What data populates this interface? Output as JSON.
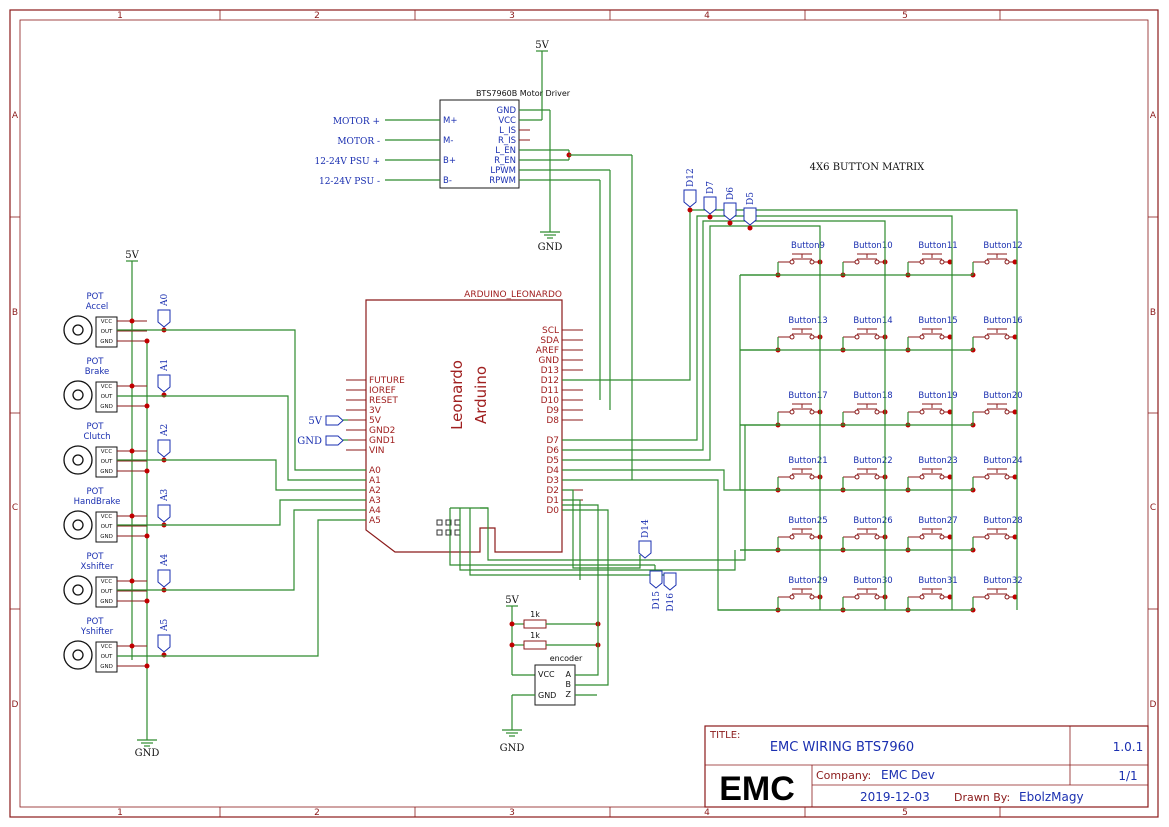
{
  "frame": {
    "col_labels": [
      "1",
      "2",
      "3",
      "4",
      "5"
    ],
    "row_labels": [
      "A",
      "B",
      "C",
      "D"
    ]
  },
  "title_block": {
    "title_label": "TITLE:",
    "title": "EMC WIRING BTS7960",
    "version": "1.0.1",
    "logo": "EMC",
    "company_label": "Company:",
    "company": "EMC Dev",
    "sheet": "1/1",
    "date": "2019-12-03",
    "drawn_by_label": "Drawn By:",
    "drawn_by": "EbolzMagy"
  },
  "driver": {
    "name": "BTS7960B Motor Driver",
    "pins": [
      "GND",
      "VCC",
      "L_IS",
      "R_IS",
      "L_EN",
      "R_EN",
      "LPWM",
      "RPWM"
    ],
    "left_pins": [
      "M+",
      "M-",
      "B+",
      "B-"
    ],
    "ports": [
      "MOTOR +",
      "MOTOR -",
      "12-24V PSU +",
      "12-24V PSU -"
    ],
    "supply": "5V",
    "ground": "GND"
  },
  "arduino": {
    "name": "ARDUINO_LEONARDO",
    "body_text_1": "Leonardo",
    "body_text_2": "Arduino",
    "left_pins": [
      "FUTURE",
      "IOREF",
      "RESET",
      "3V",
      "5V",
      "GND2",
      "GND1",
      "VIN",
      "A0",
      "A1",
      "A2",
      "A3",
      "A4",
      "A5"
    ],
    "right_pins": [
      "SCL",
      "SDA",
      "AREF",
      "GND",
      "D13",
      "D12",
      "D11",
      "D10",
      "D9",
      "D8",
      "D7",
      "D6",
      "D5",
      "D4",
      "D3",
      "D2",
      "D1",
      "D0"
    ],
    "port_5v": "5V",
    "port_gnd": "GND"
  },
  "pots": {
    "supply": "5V",
    "ground": "GND",
    "pin_labels": [
      "VCC",
      "OUT",
      "GND"
    ],
    "items": [
      {
        "type": "POT",
        "name": "Accel",
        "port": "A0"
      },
      {
        "type": "POT",
        "name": "Brake",
        "port": "A1"
      },
      {
        "type": "POT",
        "name": "Clutch",
        "port": "A2"
      },
      {
        "type": "POT",
        "name": "HandBrake",
        "port": "A3"
      },
      {
        "type": "POT",
        "name": "Xshifter",
        "port": "A4"
      },
      {
        "type": "POT",
        "name": "Yshifter",
        "port": "A5"
      }
    ]
  },
  "matrix": {
    "title": "4X6 BUTTON MATRIX",
    "col_ports": [
      "D12",
      "D7",
      "D6",
      "D5"
    ],
    "extra_ports": [
      "D14",
      "D15",
      "D16"
    ],
    "buttons": [
      [
        "Button9",
        "Button10",
        "Button11",
        "Button12"
      ],
      [
        "Button13",
        "Button14",
        "Button15",
        "Button16"
      ],
      [
        "Button17",
        "Button18",
        "Button19",
        "Button20"
      ],
      [
        "Button21",
        "Button22",
        "Button23",
        "Button24"
      ],
      [
        "Button25",
        "Button26",
        "Button27",
        "Button28"
      ],
      [
        "Button29",
        "Button30",
        "Button31",
        "Button32"
      ]
    ]
  },
  "encoder": {
    "name": "encoder",
    "pins_left": [
      "VCC",
      "GND"
    ],
    "pins_right": [
      "A",
      "B",
      "Z"
    ],
    "resistors": [
      "1k",
      "1k"
    ],
    "supply": "5V",
    "ground": "GND"
  }
}
